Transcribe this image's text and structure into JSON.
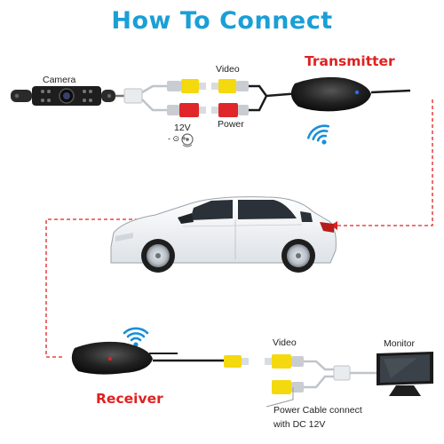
{
  "title": "How To Connect",
  "labels": {
    "camera": "Camera",
    "video_top": "Video",
    "power": "Power",
    "voltage": "12V",
    "polarity": "- ⊙ +",
    "transmitter": "Transmitter",
    "receiver": "Receiver",
    "video_bottom": "Video",
    "monitor": "Monitor",
    "power_note_line1": "Power Cable connect",
    "power_note_line2": "with DC 12V"
  },
  "colors": {
    "title": "#1a9fd6",
    "accent_red": "#e02020",
    "wifi_blue": "#1a8fd8",
    "rca_yellow": "#f4d90e",
    "rca_red": "#e0262a",
    "device_dark": "#1b1b1b",
    "car_white": "#f3f5f7"
  },
  "icons": [
    "wifi-icon",
    "wifi-icon",
    "camera-icon",
    "monitor-icon",
    "car-icon"
  ]
}
